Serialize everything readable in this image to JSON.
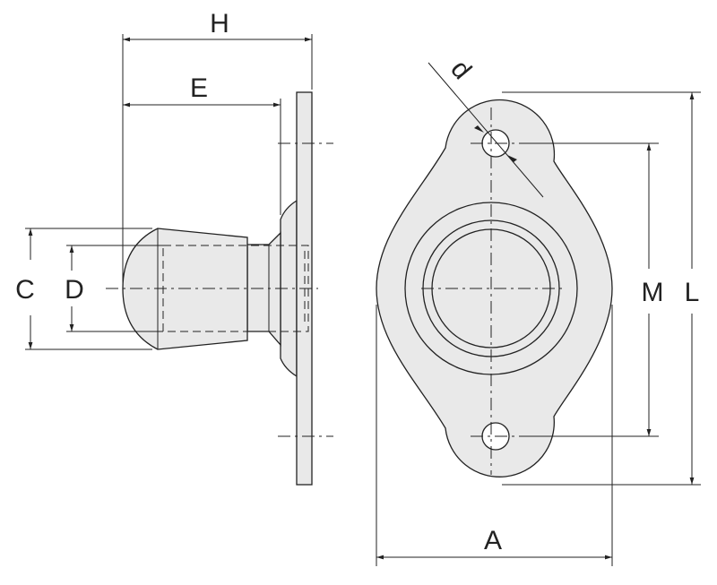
{
  "labels": {
    "H": "H",
    "E": "E",
    "C": "C",
    "D": "D",
    "d": "d",
    "M": "M",
    "L": "L",
    "A": "A"
  },
  "colors": {
    "fill": "#e9e9e9",
    "line": "#222222"
  }
}
